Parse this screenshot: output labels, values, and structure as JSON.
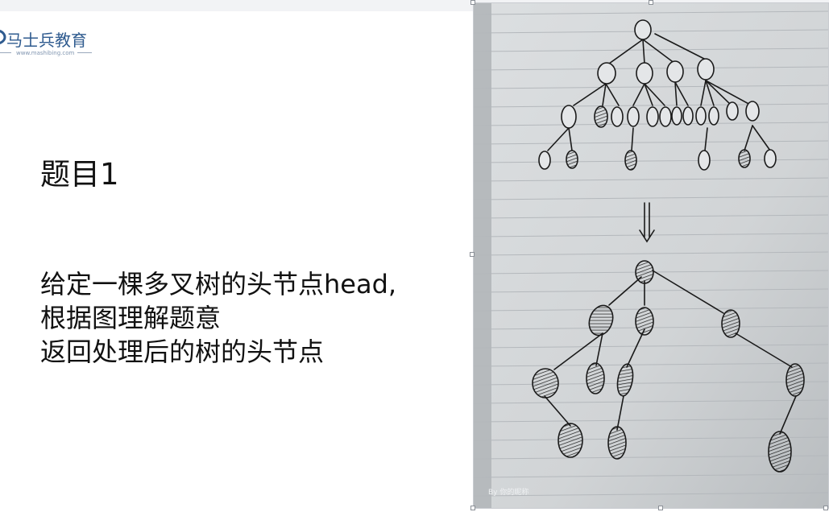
{
  "logo": {
    "brand": "马士兵教育",
    "url": "www.mashibing.com",
    "color": "#2f5b8f"
  },
  "slide": {
    "heading": "题目1",
    "lines": [
      "给定一棵多叉树的头节点head,",
      "根据图理解题意",
      "返回处理后的树的头节点"
    ]
  },
  "image": {
    "watermark": "By 你的昵称",
    "arrow": "down-arrow-icon"
  }
}
